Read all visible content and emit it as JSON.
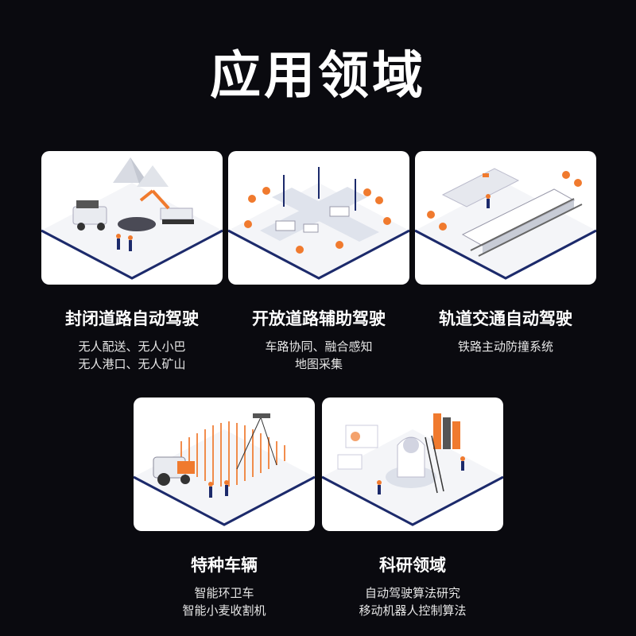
{
  "title": "应用领域",
  "colors": {
    "accent": "#f07a2e",
    "navy": "#1c2a6b",
    "background": "#0a0a0f"
  },
  "cards": [
    {
      "label": "封闭道路自动驾驶",
      "lines": [
        "无人配送、无人小巴",
        "无人港口、无人矿山"
      ]
    },
    {
      "label": "开放道路辅助驾驶",
      "lines": [
        "车路协同、融合感知",
        "地图采集"
      ]
    },
    {
      "label": "轨道交通自动驾驶",
      "lines": [
        "铁路主动防撞系统"
      ]
    },
    {
      "label": "特种车辆",
      "lines": [
        "智能环卫车",
        "智能小麦收割机"
      ]
    },
    {
      "label": "科研领域",
      "lines": [
        "自动驾驶算法研究",
        "移动机器人控制算法"
      ]
    }
  ]
}
